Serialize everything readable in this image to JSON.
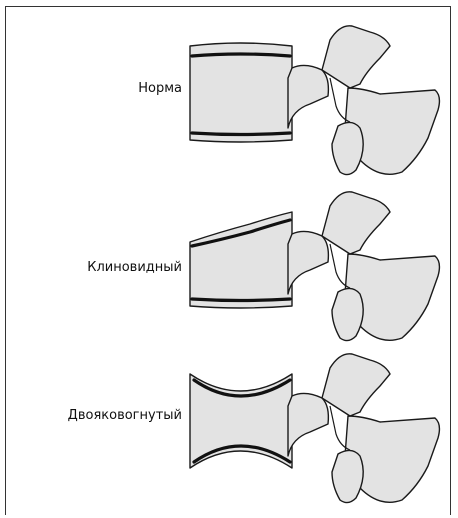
{
  "figure": {
    "rows": [
      {
        "id": "norma",
        "label": "Норма",
        "endplate_shape": "parallel"
      },
      {
        "id": "klinovidny",
        "label": "Клиновидный",
        "endplate_shape": "wedge"
      },
      {
        "id": "dvoyakovognuty",
        "label": "Двояковогнутый",
        "endplate_shape": "biconcave"
      }
    ]
  },
  "colors": {
    "bone_fill": "#e3e3e3",
    "outline": "#1a1a1a",
    "endplate": "#111111"
  }
}
